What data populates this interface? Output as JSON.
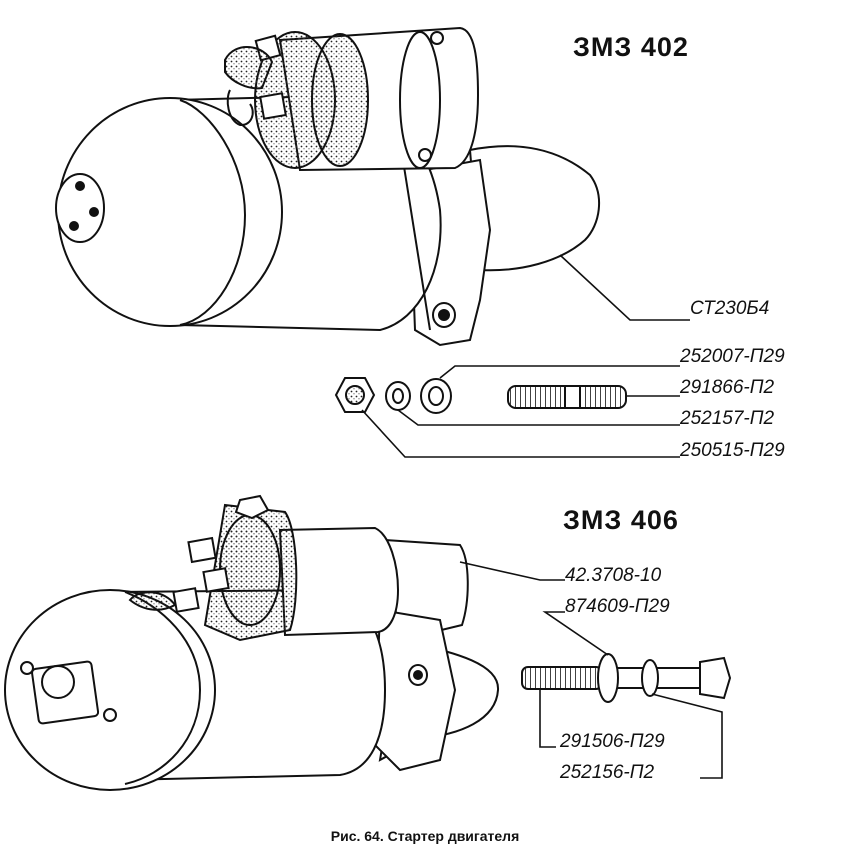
{
  "headings": {
    "top": "ЗМЗ 402",
    "bottom": "ЗМЗ 406"
  },
  "parts_top": {
    "starter": "СТ230Б4",
    "washer_flat": "252007-П29",
    "stud": "291866-П2",
    "spring_washer": "252157-П2",
    "nut": "250515-П29"
  },
  "parts_bottom": {
    "starter": "42.3708-10",
    "flat_washer": "874609-П29",
    "bolt": "291506-П29",
    "spring_washer": "252156-П2"
  },
  "caption": "Рис. 64. Стартер двигателя"
}
